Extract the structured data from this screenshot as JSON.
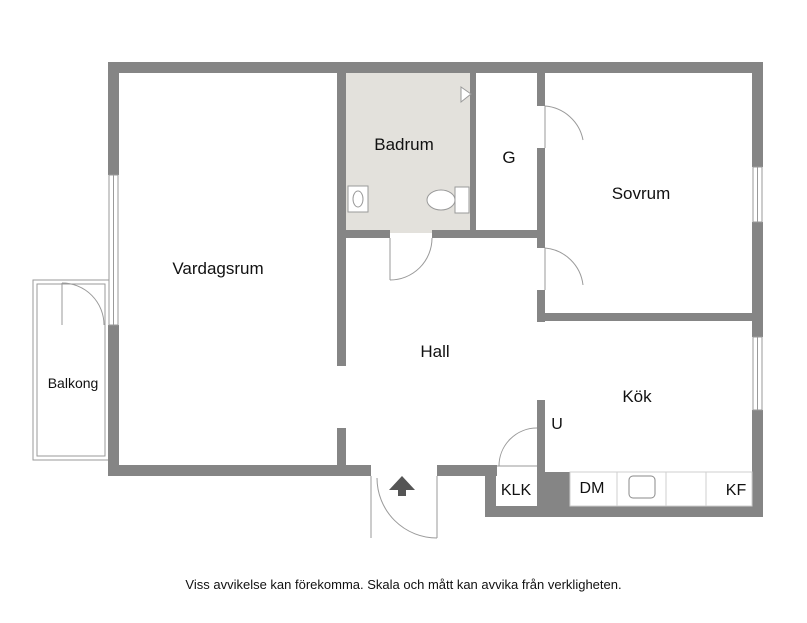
{
  "rooms": {
    "vardagsrum": "Vardagsrum",
    "badrum": "Badrum",
    "g": "G",
    "sovrum": "Sovrum",
    "hall": "Hall",
    "kok": "Kök",
    "balkong": "Balkong",
    "u": "U",
    "klk": "KLK",
    "dm": "DM",
    "kf": "KF"
  },
  "disclaimer": "Viss avvikelse kan förekomma. Skala och mått kan avvika från verkligheten.",
  "colors": {
    "wall": "#858585",
    "bathroom_floor": "#e3e1dc",
    "line": "#9a9a9a",
    "entrance_arrow": "#555555"
  }
}
